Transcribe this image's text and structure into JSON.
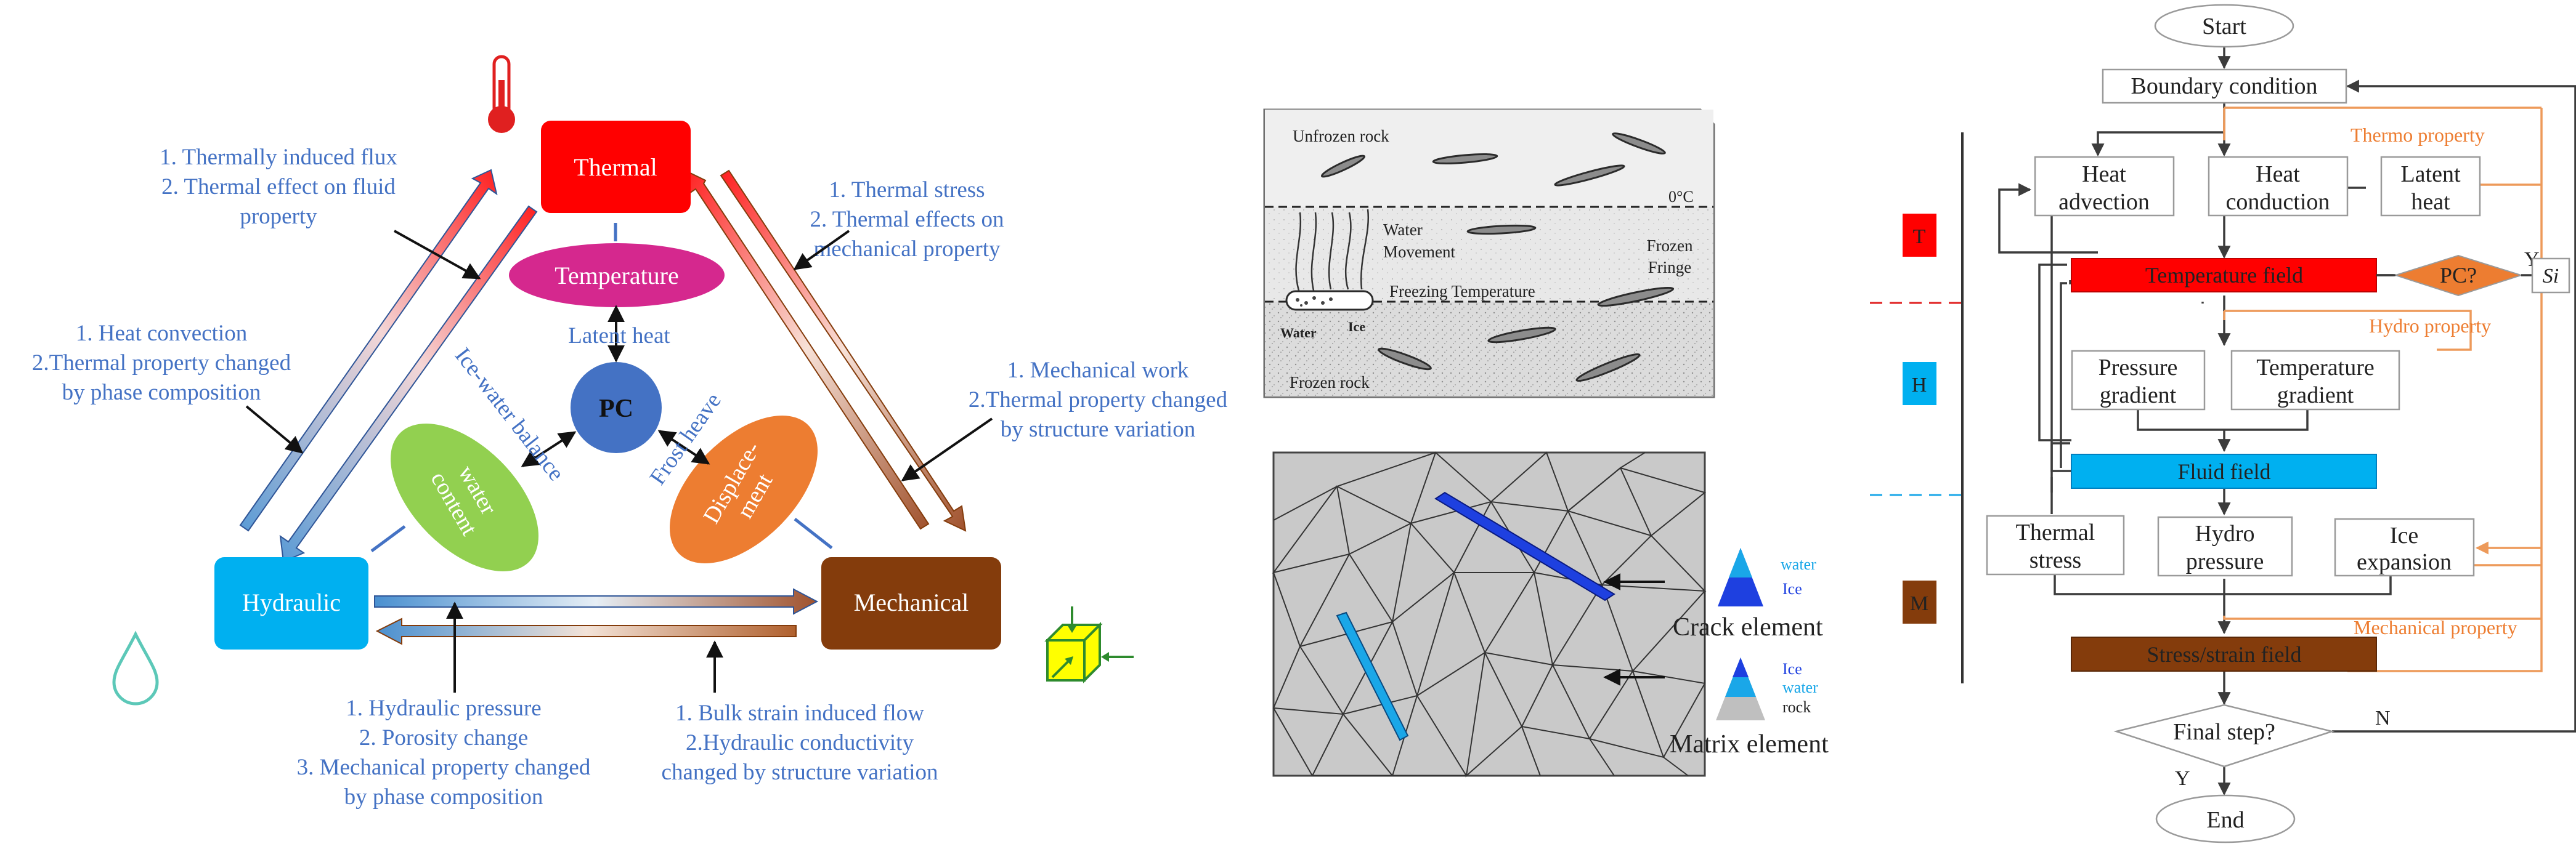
{
  "colors": {
    "thermal": "#FF0000",
    "hydraulic": "#00B0F0",
    "mechanical": "#843C0C",
    "temperature": "#D5288E",
    "water_content": "#92D050",
    "displacement": "#ED7D31",
    "pc": "#4472C4",
    "label_blue": "#4472C4",
    "flow_orange": "#ED7D31"
  },
  "icons": [
    "thermometer-icon",
    "water-drop-icon",
    "cube-stress-icon"
  ],
  "thm": {
    "thermal": "Thermal",
    "hydraulic": "Hydraulic",
    "mechanical": "Mechanical",
    "temperature": "Temperature",
    "water_content": [
      "water",
      "content"
    ],
    "displacement": [
      "Displace-",
      "ment"
    ],
    "pc": "PC",
    "latent_heat": "Latent heat",
    "ice_water_balance": "Ice-water balance",
    "frost_heave": "Frost heave",
    "note_th_to_thermal": [
      "1. Thermally induced flux",
      "2. Thermal effect on fluid",
      "property"
    ],
    "note_th_to_hydraulic": [
      "1. Heat convection",
      "2.Thermal property changed",
      "by phase composition"
    ],
    "note_tm_to_mech": [
      "1. Thermal stress",
      "2. Thermal effects on",
      "mechanical property"
    ],
    "note_mt_to_thermal": [
      "1. Mechanical work",
      "2.Thermal property changed",
      "by structure variation"
    ],
    "note_hm": [
      "1. Hydraulic pressure",
      "2. Porosity change",
      "3. Mechanical property changed",
      "by phase composition"
    ],
    "note_mh": [
      "1. Bulk strain induced flow",
      "2.Hydraulic conductivity",
      "changed by structure variation"
    ]
  },
  "rock": {
    "unfrozen": "Unfrozen rock",
    "zero_c": "0°C",
    "water_movement": [
      "Water",
      "Movement"
    ],
    "frozen_fringe": [
      "Frozen",
      "Fringe"
    ],
    "freezing_temp": "Freezing Temperature",
    "water": "Water",
    "ice": "Ice",
    "frozen": "Frozen rock"
  },
  "mesh": {
    "crack_element": "Crack element",
    "matrix_element": "Matrix element",
    "crack_legend": [
      "water",
      "Ice"
    ],
    "matrix_legend": [
      "Ice",
      "water",
      "rock"
    ]
  },
  "flow": {
    "start": "Start",
    "boundary": "Boundary condition",
    "thermo_property": "Thermo property",
    "heat_advection": [
      "Heat",
      "advection"
    ],
    "heat_conduction": [
      "Heat",
      "conduction"
    ],
    "latent_heat": [
      "Latent",
      "heat"
    ],
    "temperature_field": "Temperature field",
    "pc_q": "PC?",
    "yes1": "Y",
    "si": "Si",
    "hydro_property": "Hydro property",
    "pressure_gradient": [
      "Pressure",
      "gradient"
    ],
    "temperature_gradient": [
      "Temperature",
      "gradient"
    ],
    "fluid_field": "Fluid field",
    "thermal_stress": [
      "Thermal",
      "stress"
    ],
    "hydro_pressure": [
      "Hydro",
      "pressure"
    ],
    "ice_expansion": [
      "Ice",
      "expansion"
    ],
    "mechanical_property": "Mechanical property",
    "stress_field": "Stress/strain field",
    "final_step": "Final step?",
    "no": "N",
    "yes2": "Y",
    "end": "End",
    "side_t": "T",
    "side_h": "H",
    "side_m": "M"
  }
}
